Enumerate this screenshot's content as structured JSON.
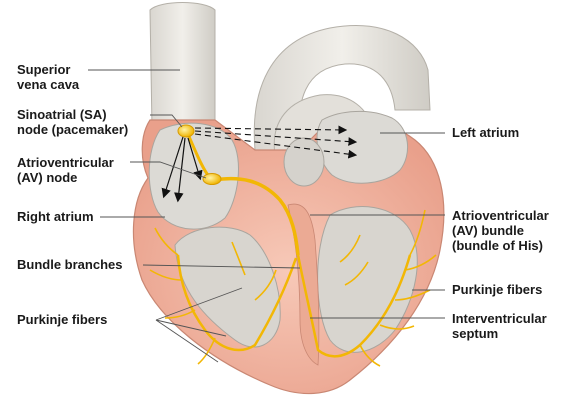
{
  "labels": {
    "superior_vena_cava_line1": "Superior",
    "superior_vena_cava_line2": "vena cava",
    "sa_node_line1": "Sinoatrial (SA)",
    "sa_node_line2": "node (pacemaker)",
    "av_node_line1": "Atrioventricular",
    "av_node_line2": "(AV) node",
    "right_atrium": "Right atrium",
    "bundle_branches": "Bundle branches",
    "purkinje_left": "Purkinje fibers",
    "left_atrium": "Left atrium",
    "av_bundle_line1": "Atrioventricular",
    "av_bundle_line2": "(AV) bundle",
    "av_bundle_line3": "(bundle of His)",
    "purkinje_right": "Purkinje fibers",
    "septum_line1": "Interventricular",
    "septum_line2": "septum"
  },
  "colors": {
    "myocardium": "#f3b9a6",
    "myocardium_dark": "#e59a86",
    "chamber": "#dcdad5",
    "chamber_shadow": "#b9b6b0",
    "vessel": "#e8e6e1",
    "conduction": "#f2b705",
    "conduction_stroke": "#d79a00",
    "label_line": "#555555"
  }
}
